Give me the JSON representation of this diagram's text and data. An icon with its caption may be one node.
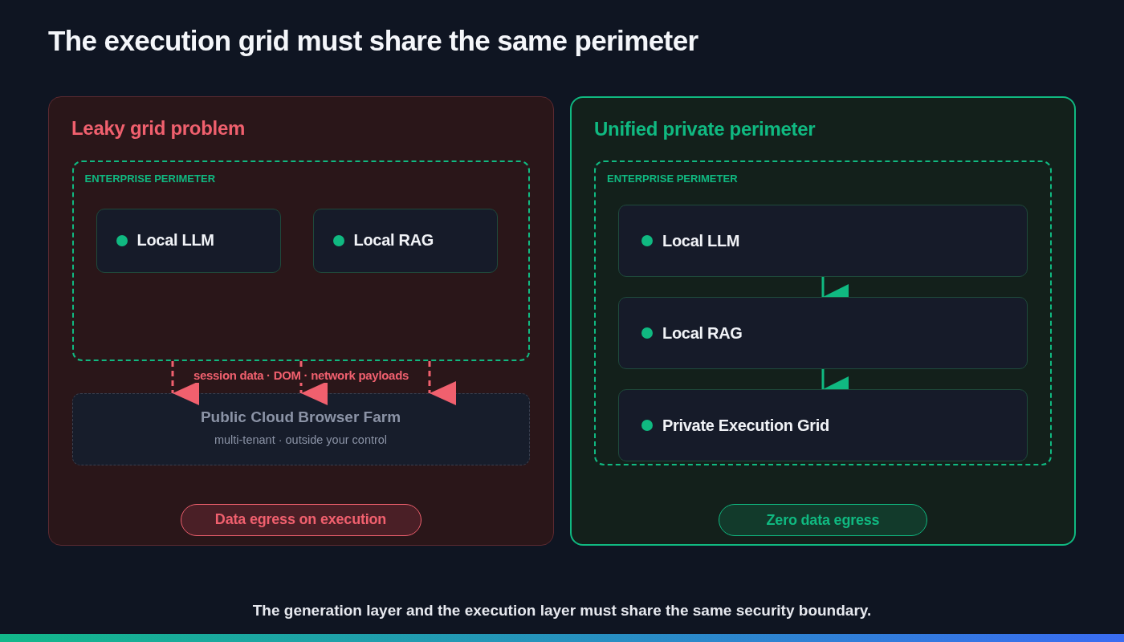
{
  "diagram": {
    "title": "The execution grid must share the same perimeter",
    "caption": "The generation layer and the execution layer must share the same security boundary.",
    "nodes": [
      {
        "text": [
          "Leaky grid problem"
        ]
      },
      {
        "text": [
          "ENTERPRISE PERIMETER"
        ],
        "in": 0
      },
      {
        "text": [
          "Local LLM"
        ],
        "in": 1
      },
      {
        "text": [
          "Local RAG"
        ],
        "in": 1
      },
      {
        "text": [
          "Public Cloud Browser Farm",
          "multi-tenant · outside your control"
        ],
        "in": 0
      },
      {
        "text": [
          "Data egress on execution"
        ],
        "in": 0
      },
      {
        "text": [
          "Unified private perimeter"
        ]
      },
      {
        "text": [
          "ENTERPRISE PERIMETER"
        ],
        "in": 6
      },
      {
        "text": [
          "Local LLM"
        ],
        "in": 7
      },
      {
        "text": [
          "Local RAG"
        ],
        "in": 7
      },
      {
        "text": [
          "Private Execution Grid"
        ],
        "in": 7
      },
      {
        "text": [
          "Zero data egress"
        ],
        "in": 6
      }
    ],
    "edges": [
      {
        "from": 1,
        "to": 4,
        "arrow": "to",
        "style": "dashed"
      },
      {
        "from": 1,
        "to": 4,
        "arrow": "to",
        "style": "dashed",
        "label": "session data · DOM · network payloads"
      },
      {
        "from": 1,
        "to": 4,
        "arrow": "to",
        "style": "dashed"
      },
      {
        "from": 8,
        "to": 9,
        "arrow": "to",
        "color": "#10b981"
      },
      {
        "from": 9,
        "to": 10,
        "arrow": "to",
        "color": "#10b981"
      }
    ]
  }
}
